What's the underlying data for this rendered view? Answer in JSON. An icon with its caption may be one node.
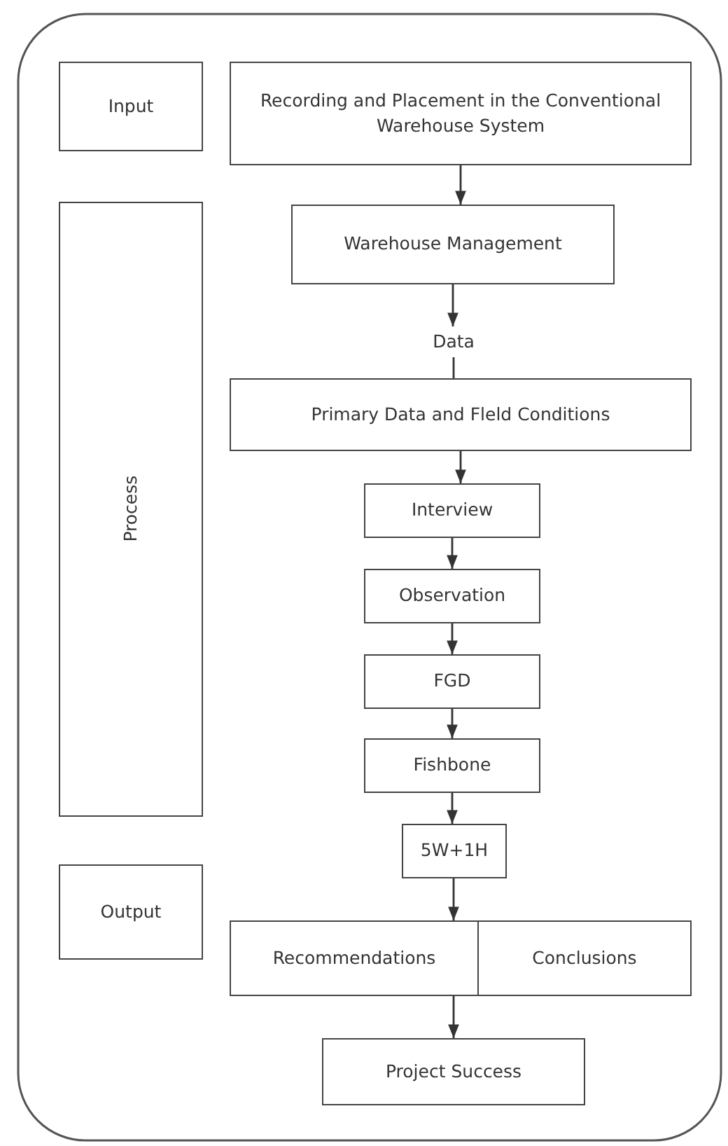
{
  "diagram": {
    "nodes": [
      {
        "text": [
          "Input"
        ]
      },
      {
        "text": [
          "Recording and Placement in the Conventional Warehouse System"
        ]
      },
      {
        "text": [
          "Process"
        ]
      },
      {
        "text": [
          "Warehouse Management"
        ]
      },
      {
        "text": [
          "Data"
        ]
      },
      {
        "text": [
          "Primary Data and Fleld Conditions"
        ]
      },
      {
        "text": [
          "Interview"
        ]
      },
      {
        "text": [
          "Observation"
        ]
      },
      {
        "text": [
          "FGD"
        ]
      },
      {
        "text": [
          "Fishbone"
        ]
      },
      {
        "text": [
          "5W+1H"
        ]
      },
      {
        "text": [
          "Output"
        ]
      },
      {
        "text": [
          "Recommendations"
        ]
      },
      {
        "text": [
          "Conclusions"
        ]
      },
      {
        "text": [
          "Project Success"
        ]
      }
    ],
    "edges": [
      {
        "from": 1,
        "to": 3,
        "arrow": "to"
      },
      {
        "from": 3,
        "to": 4,
        "arrow": "to"
      },
      {
        "from": 4,
        "to": 5,
        "arrow": "none"
      },
      {
        "from": 5,
        "to": 6,
        "arrow": "to"
      },
      {
        "from": 6,
        "to": 7,
        "arrow": "to"
      },
      {
        "from": 7,
        "to": 8,
        "arrow": "to"
      },
      {
        "from": 8,
        "to": 9,
        "arrow": "to"
      },
      {
        "from": 9,
        "to": 10,
        "arrow": "to"
      },
      {
        "from": 10,
        "to": 12,
        "arrow": "to"
      },
      {
        "from": 12,
        "to": 14,
        "arrow": "to"
      }
    ]
  }
}
